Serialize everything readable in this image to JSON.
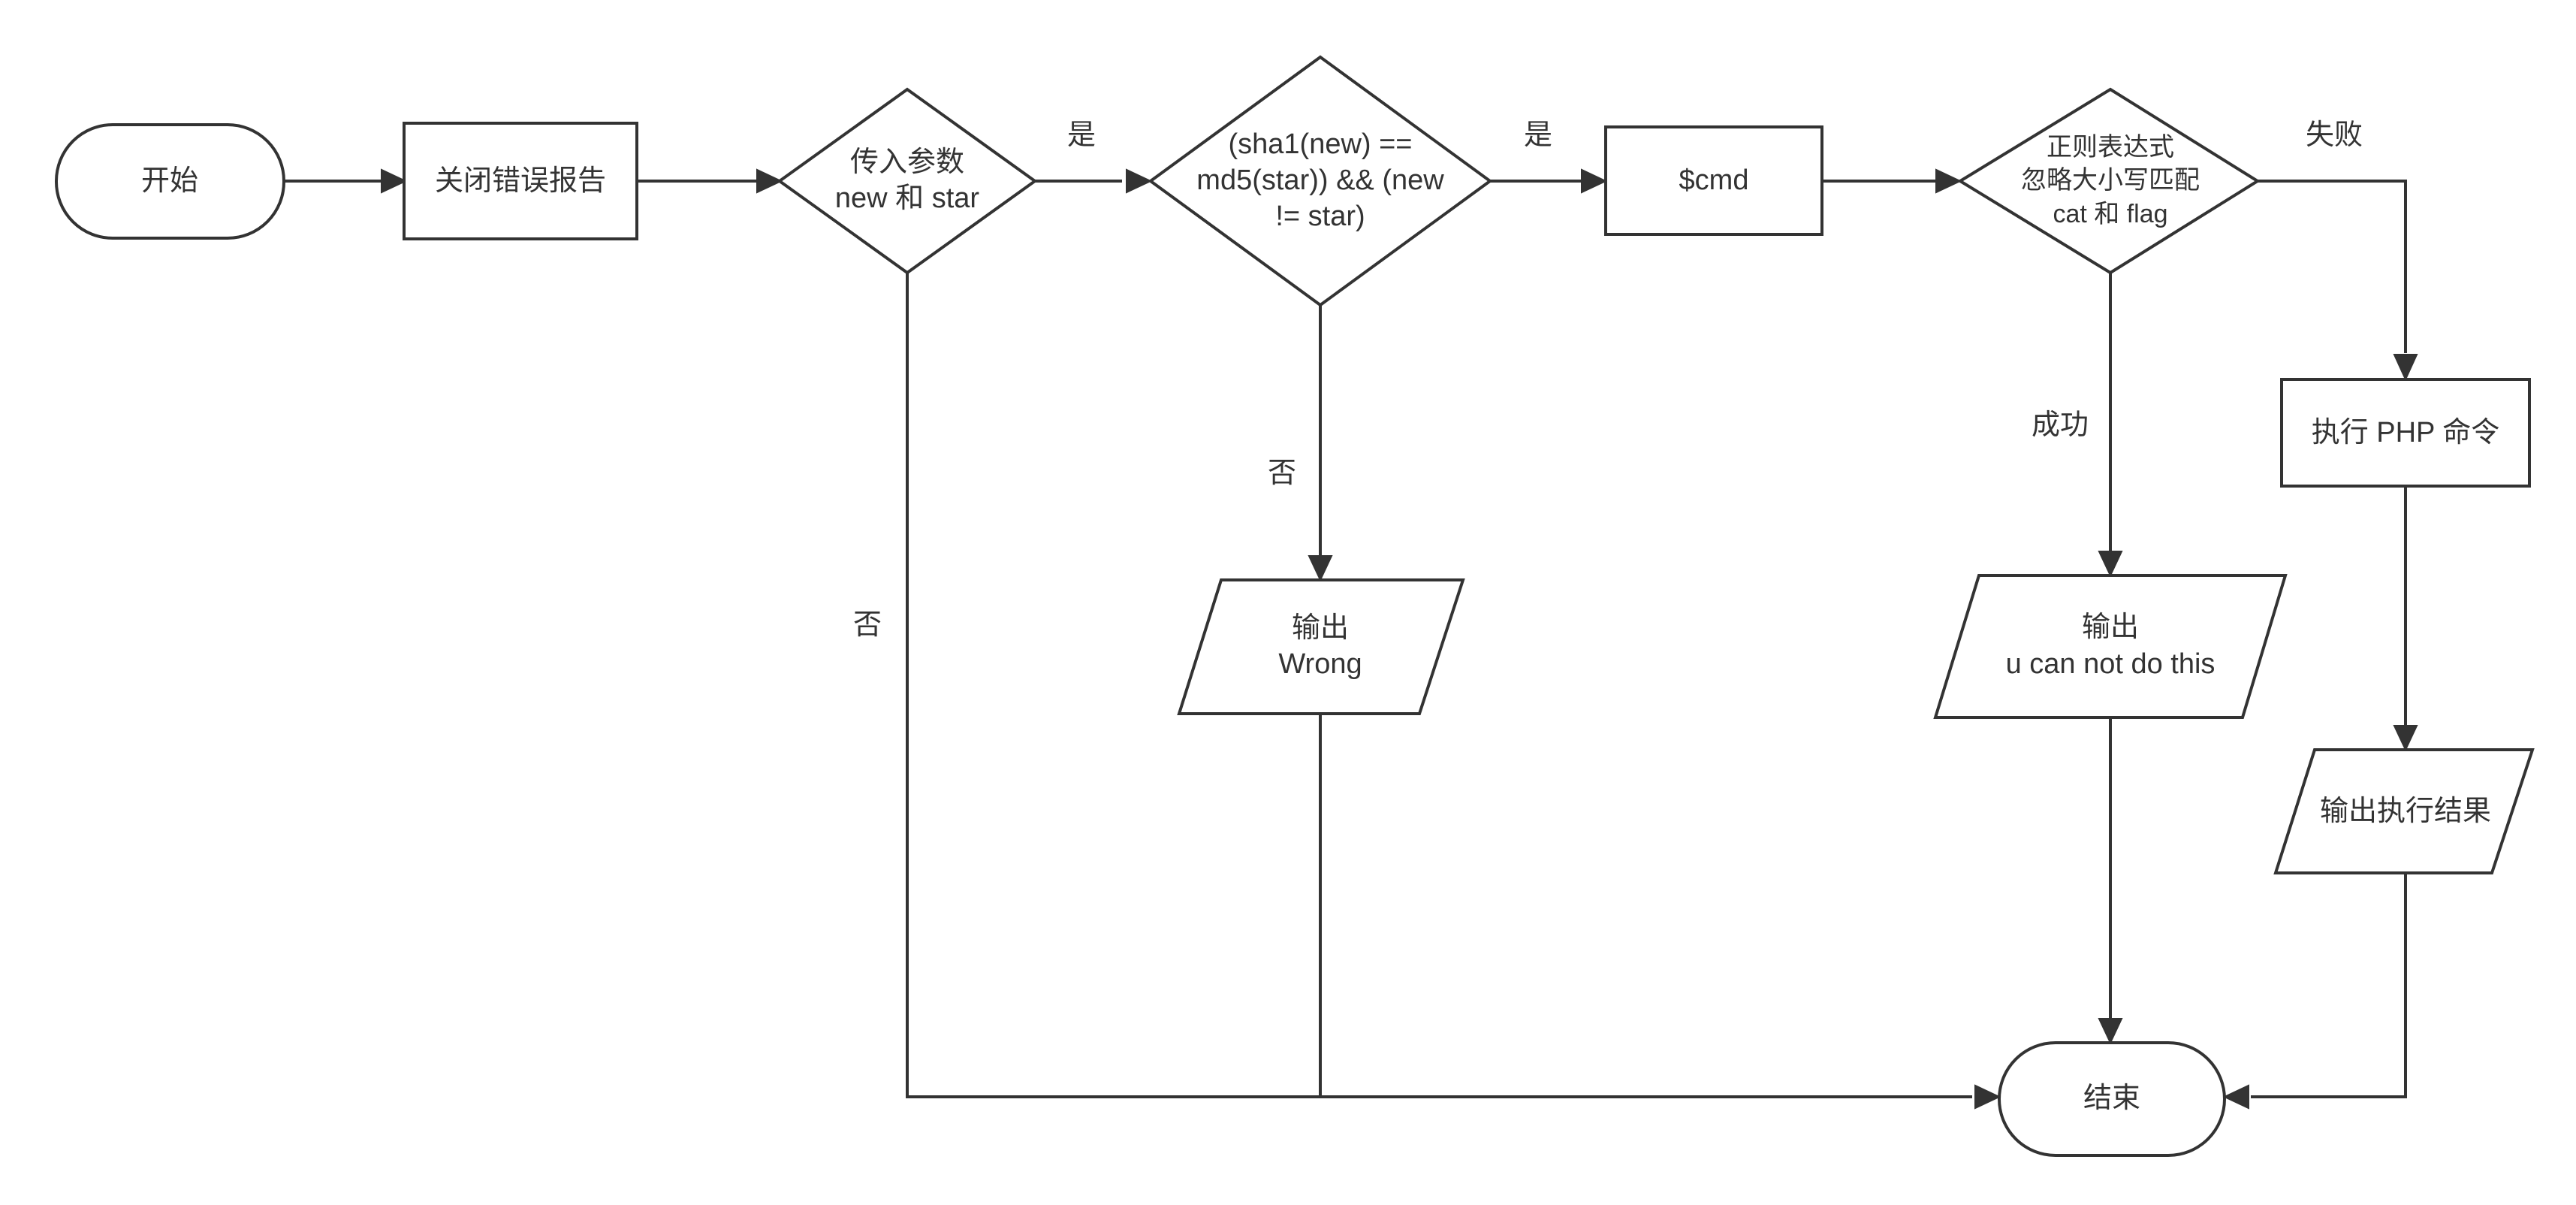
{
  "nodes": {
    "start": {
      "label": "开始"
    },
    "disable_errors": {
      "label": "关闭错误报告"
    },
    "params": {
      "lines": [
        "传入参数",
        "new 和 star"
      ]
    },
    "hash_check": {
      "lines": [
        "(sha1(new) ==",
        "md5(star)) && (new",
        "!= star)"
      ]
    },
    "cmd": {
      "label": "$cmd"
    },
    "regex": {
      "lines": [
        "正则表达式",
        "忽略大小写匹配",
        "cat 和 flag"
      ]
    },
    "exec_php": {
      "label": "执行 PHP 命令"
    },
    "output_wrong": {
      "lines": [
        "输出",
        "Wrong"
      ]
    },
    "output_denied": {
      "lines": [
        "输出",
        "u can not do this"
      ]
    },
    "output_result": {
      "label": "输出执行结果"
    },
    "end": {
      "label": "结束"
    }
  },
  "edge_labels": {
    "params_yes": "是",
    "hash_yes": "是",
    "regex_fail": "失败",
    "hash_no": "否",
    "regex_success": "成功",
    "params_no": "否"
  }
}
